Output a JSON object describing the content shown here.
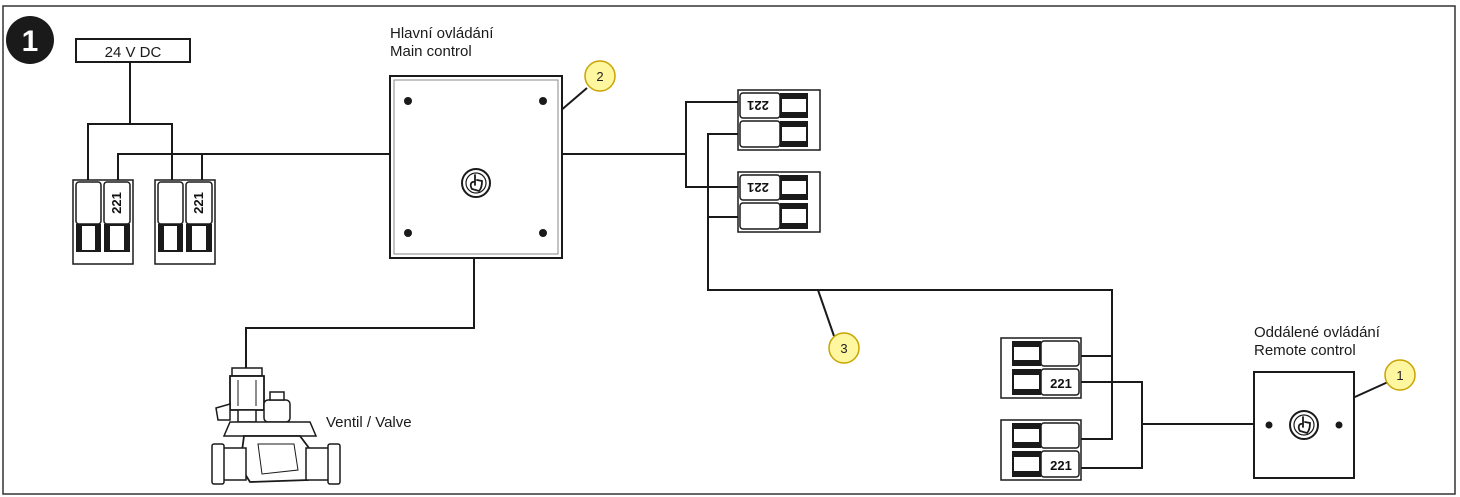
{
  "step_badge": "1",
  "power_supply": {
    "label": "24 V DC"
  },
  "main_control": {
    "line1": "Hlavní ovládání",
    "line2": "Main control"
  },
  "remote_control": {
    "line1": "Oddálené ovládání",
    "line2": "Remote control"
  },
  "valve": {
    "label": "Ventil / Valve"
  },
  "connector_mark": "221",
  "callouts": {
    "c1": "1",
    "c2": "2",
    "c3": "3"
  },
  "colors": {
    "callout_fill": "#fff6a0",
    "callout_stroke": "#c9a400",
    "ink": "#1a1a1a"
  }
}
